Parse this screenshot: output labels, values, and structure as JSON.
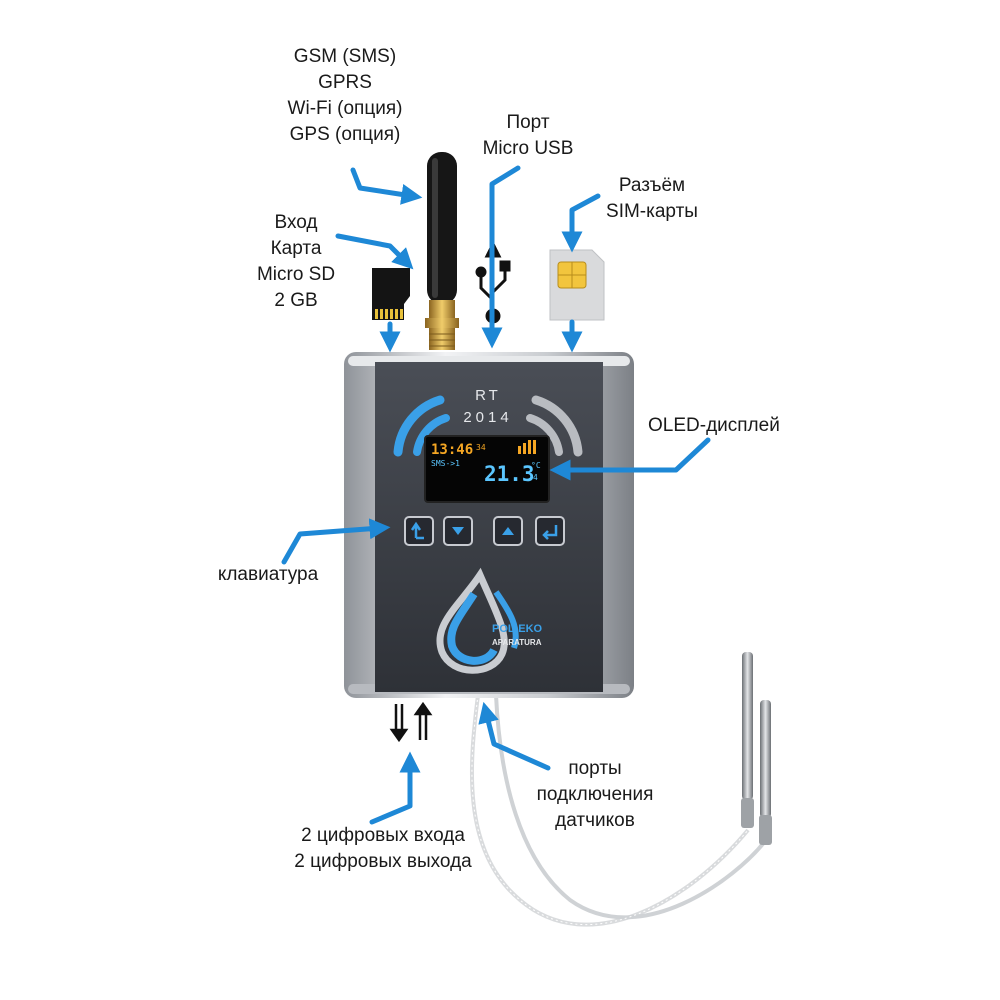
{
  "callouts": {
    "comms": [
      "GSM (SMS)",
      "GPRS",
      "Wi-Fi (опция)",
      "GPS (опция)"
    ],
    "usb": [
      "Порт",
      "Micro USB"
    ],
    "sim": [
      "Разъём",
      "SIM-карты"
    ],
    "sd": [
      "Вход",
      "Карта",
      "Micro SD",
      "2 GB"
    ],
    "oled": "OLED-дисплей",
    "keypad": "клавиатура",
    "sensors": [
      "порты",
      "подключения",
      "датчиков"
    ],
    "io": [
      "2 цифровых входа",
      "2 цифровых выхода"
    ]
  },
  "device": {
    "model": "RT",
    "year": "2014",
    "brand_line1": "POL-EKO",
    "brand_line2": "APARATURA"
  },
  "display": {
    "time": "13:46",
    "seconds": "34",
    "sms_status": "SMS->1",
    "temperature": "21.3",
    "unit": "°C",
    "channel": "4"
  },
  "buttons": [
    {
      "name": "back-button",
      "glyph": "↰"
    },
    {
      "name": "down-button",
      "glyph": "▼"
    },
    {
      "name": "up-button",
      "glyph": "▲"
    },
    {
      "name": "enter-button",
      "glyph": "↵"
    }
  ],
  "colors": {
    "arrow": "#1e88d6",
    "panel": "#3b3f47",
    "oled_time": "#f5a623",
    "oled_temp": "#5bc6ff",
    "antenna_brass": "#c9a04a"
  }
}
